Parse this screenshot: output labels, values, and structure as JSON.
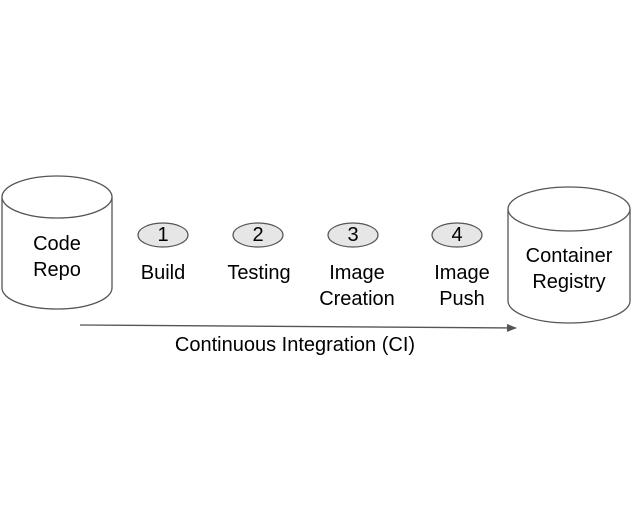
{
  "colors": {
    "stroke": "#555555",
    "step_fill": "#e6e6e6",
    "text": "#000000",
    "background": "#ffffff"
  },
  "nodes": {
    "code_repo": {
      "label": "Code\nRepo"
    },
    "container_registry": {
      "label": "Container\nRegistry"
    }
  },
  "steps": [
    {
      "number": "1",
      "label": "Build"
    },
    {
      "number": "2",
      "label": "Testing"
    },
    {
      "number": "3",
      "label": "Image\nCreation"
    },
    {
      "number": "4",
      "label": "Image\nPush"
    }
  ],
  "arrow": {
    "label": "Continuous Integration (CI)"
  }
}
